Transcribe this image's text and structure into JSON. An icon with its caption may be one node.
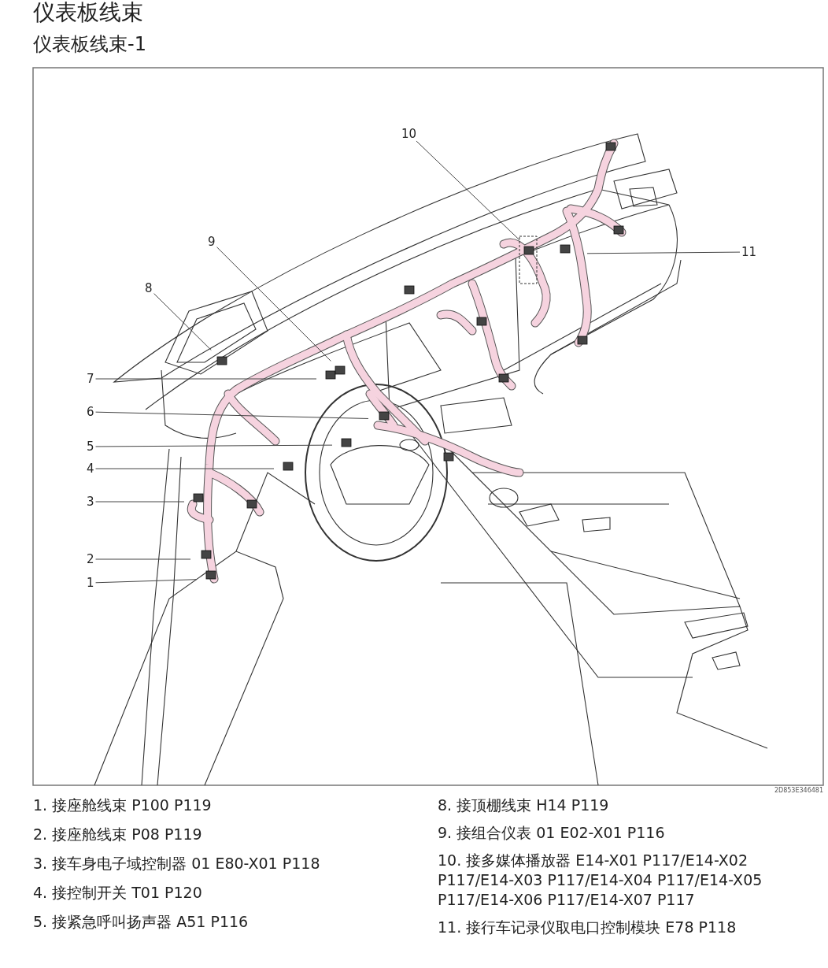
{
  "diagram": {
    "title": "仪表板线束",
    "nodes": [
      {
        "text": [
          "1"
        ]
      },
      {
        "text": [
          "2"
        ]
      },
      {
        "text": [
          "3"
        ]
      },
      {
        "text": [
          "4"
        ]
      },
      {
        "text": [
          "5"
        ]
      },
      {
        "text": [
          "6"
        ]
      },
      {
        "text": [
          "7"
        ]
      },
      {
        "text": [
          "8"
        ]
      },
      {
        "text": [
          "9"
        ]
      },
      {
        "text": [
          "10"
        ]
      },
      {
        "text": [
          "11"
        ]
      }
    ],
    "edges": [
      {
        "from": 0,
        "to": null,
        "arrow": "none"
      },
      {
        "from": 1,
        "to": null,
        "arrow": "none"
      },
      {
        "from": 2,
        "to": null,
        "arrow": "none"
      },
      {
        "from": 3,
        "to": null,
        "arrow": "none"
      },
      {
        "from": 4,
        "to": null,
        "arrow": "none"
      },
      {
        "from": 5,
        "to": null,
        "arrow": "none"
      },
      {
        "from": 6,
        "to": null,
        "arrow": "none"
      },
      {
        "from": 7,
        "to": null,
        "arrow": "none"
      },
      {
        "from": 8,
        "to": null,
        "arrow": "none"
      },
      {
        "from": 9,
        "to": null,
        "arrow": "none"
      },
      {
        "from": 10,
        "to": null,
        "arrow": "none"
      }
    ],
    "labels": [
      "仪表板线束-1",
      "2D853E346481",
      "1. 接座舱线束 P100 P119",
      "2. 接座舱线束 P08 P119",
      "3. 接车身电子域控制器 01 E80-X01 P118",
      "4. 接控制开关 T01 P120",
      "5. 接紧急呼叫扬声器 A51 P116",
      "8. 接顶棚线束 H14 P119",
      "9. 接组合仪表 01 E02-X01 P116",
      "10. 接多媒体播放器 E14-X01 P117/E14-X02 P117/E14-X03 P117/E14-X04 P117/E14-X05 P117/E14-X06 P117/E14-X07 P117",
      "11. 接行车记录仪取电口控制模块 E78 P118"
    ]
  }
}
